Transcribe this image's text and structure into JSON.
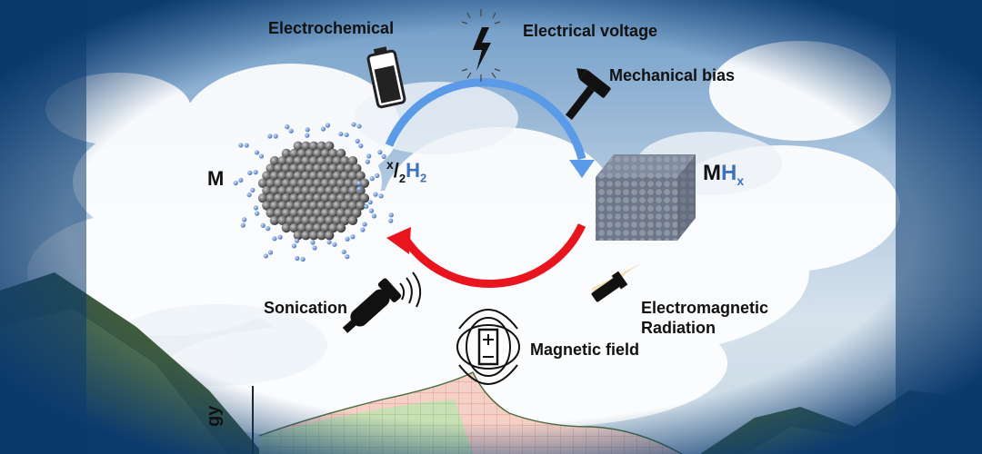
{
  "labels": {
    "electrochemical": "Electrochemical",
    "electrical_voltage": "Electrical voltage",
    "mechanical_bias": "Mechanical bias",
    "metal": "M",
    "hydride_m": "M",
    "hydride_h": "H",
    "hydride_x": "x",
    "h2_x": "x",
    "h2_slash": "/",
    "h2_two": "2",
    "h2_h": "H",
    "h2_sub": "2",
    "sonication": "Sonication",
    "em_radiation_line1": "Electromagnetic",
    "em_radiation_line2": "Radiation",
    "magnetic_field": "Magnetic field",
    "energy_axis_partial": "gy"
  },
  "colors": {
    "upper_arrow": "#5a9ae6",
    "lower_arrow": "#e8141e",
    "hydrogen_atom": "#6a94d6",
    "metal_atom": "#5e5e5e",
    "frame": "#0b3a6e"
  },
  "icons": [
    "battery-icon",
    "lightning-icon",
    "hammer-icon",
    "flashlight-icon",
    "magnet-icon",
    "ultrasound-probe-icon"
  ]
}
